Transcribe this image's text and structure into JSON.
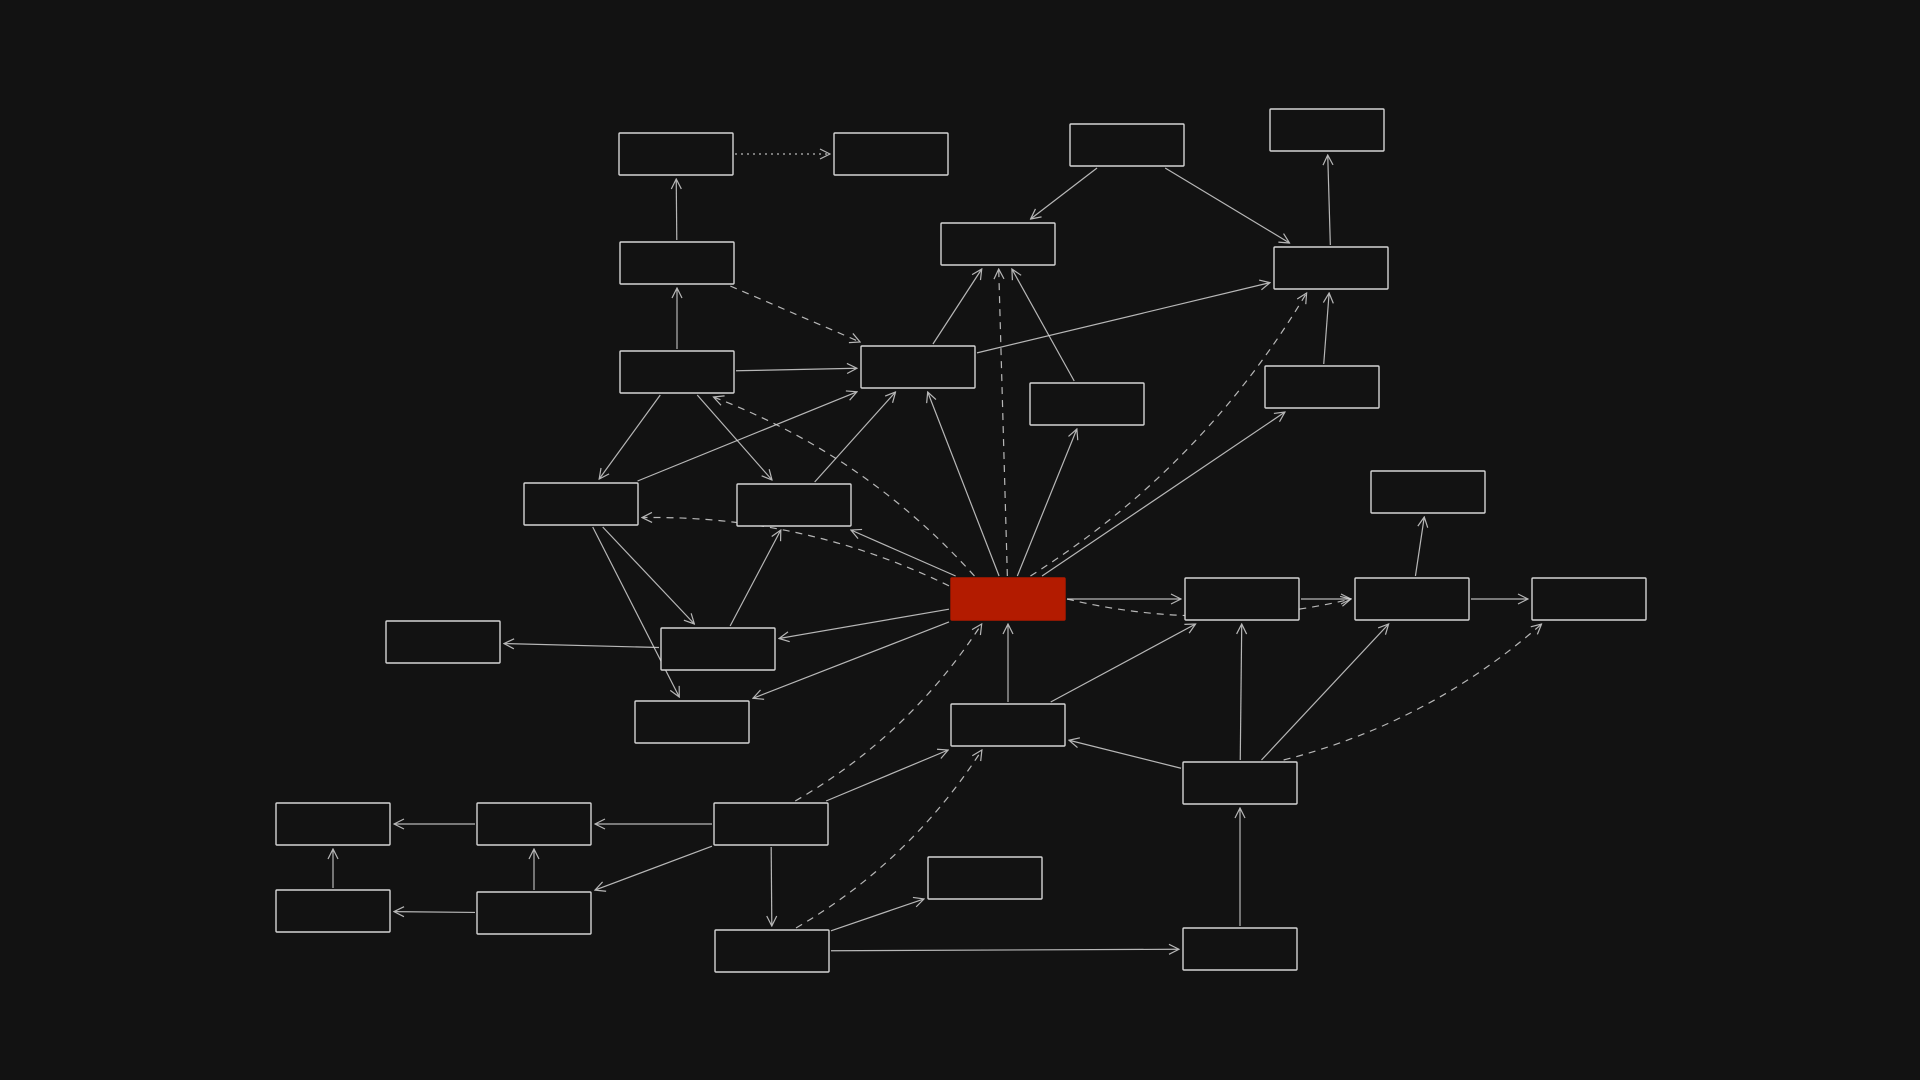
{
  "colors": {
    "background": "#121212",
    "stroke": "#d4d4d4",
    "highlight_fill": "#b31b00",
    "highlight_stroke": "#b31b00"
  },
  "nodes": [
    {
      "id": "n-hub",
      "highlight": true
    },
    {
      "id": "n-top-left-a"
    },
    {
      "id": "n-top-left-b"
    },
    {
      "id": "n-top-center"
    },
    {
      "id": "n-top-right"
    },
    {
      "id": "n-left-upper"
    },
    {
      "id": "n-upper-center"
    },
    {
      "id": "n-right-upper"
    },
    {
      "id": "n-left-mid"
    },
    {
      "id": "n-center-mid"
    },
    {
      "id": "n-center-right-mid"
    },
    {
      "id": "n-right-mid"
    },
    {
      "id": "n-left-lower-a"
    },
    {
      "id": "n-left-lower-b"
    },
    {
      "id": "n-center-lower"
    },
    {
      "id": "n-right-box-a"
    },
    {
      "id": "n-right-box-b"
    },
    {
      "id": "n-right-box-c"
    },
    {
      "id": "n-right-box-d"
    },
    {
      "id": "n-far-left"
    },
    {
      "id": "n-center-left-lower"
    },
    {
      "id": "n-bottom-center"
    },
    {
      "id": "n-right-lower"
    },
    {
      "id": "n-bl-a"
    },
    {
      "id": "n-bl-b"
    },
    {
      "id": "n-bl-c"
    },
    {
      "id": "n-bl-d"
    },
    {
      "id": "n-bottom-center-left"
    },
    {
      "id": "n-bottom-small"
    },
    {
      "id": "n-bottom-right"
    }
  ],
  "edges": [
    {
      "from": "n-top-left-b",
      "to": "n-top-left-a",
      "style": "solid"
    },
    {
      "from": "n-top-left-a",
      "to": "n-top-center-a2",
      "style": "dotted"
    },
    {
      "from": "n-left-upper",
      "to": "n-top-left-b",
      "style": "solid"
    },
    {
      "from": "n-top-left-b",
      "to": "n-upper-center",
      "style": "dashed"
    },
    {
      "from": "n-left-upper",
      "to": "n-upper-center",
      "style": "solid"
    },
    {
      "from": "n-upper-center",
      "to": "n-top-center",
      "style": "solid"
    },
    {
      "from": "n-top-right-small",
      "to": "n-top-center",
      "style": "solid"
    },
    {
      "from": "n-top-right-small",
      "to": "n-right-upper",
      "style": "solid"
    },
    {
      "from": "n-upper-center",
      "to": "n-right-upper",
      "style": "solid"
    },
    {
      "from": "n-right-upper",
      "to": "n-top-right",
      "style": "solid"
    },
    {
      "from": "n-right-mid",
      "to": "n-right-upper",
      "style": "solid"
    },
    {
      "from": "n-center-right-mid",
      "to": "n-top-center",
      "style": "solid"
    },
    {
      "from": "n-left-upper",
      "to": "n-left-mid",
      "style": "solid"
    },
    {
      "from": "n-left-upper",
      "to": "n-center-mid",
      "style": "solid"
    },
    {
      "from": "n-left-mid",
      "to": "n-upper-center",
      "style": "solid"
    },
    {
      "from": "n-center-mid",
      "to": "n-upper-center",
      "style": "solid"
    },
    {
      "from": "n-left-mid",
      "to": "n-left-lower-a",
      "style": "solid"
    },
    {
      "from": "n-left-mid",
      "to": "n-left-lower-b",
      "style": "solid"
    },
    {
      "from": "n-left-lower-a",
      "to": "n-center-mid",
      "style": "solid"
    },
    {
      "from": "n-left-lower-a",
      "to": "n-far-left",
      "style": "solid"
    },
    {
      "from": "n-hub",
      "to": "n-left-mid",
      "style": "dashed"
    },
    {
      "from": "n-hub",
      "to": "n-left-upper",
      "style": "dashed"
    },
    {
      "from": "n-hub",
      "to": "n-center-mid",
      "style": "solid"
    },
    {
      "from": "n-hub",
      "to": "n-left-lower-a",
      "style": "solid"
    },
    {
      "from": "n-hub",
      "to": "n-left-lower-b",
      "style": "solid"
    },
    {
      "from": "n-hub",
      "to": "n-upper-center",
      "style": "solid"
    },
    {
      "from": "n-hub",
      "to": "n-top-center",
      "style": "dashed"
    },
    {
      "from": "n-hub",
      "to": "n-center-right-mid",
      "style": "solid"
    },
    {
      "from": "n-hub",
      "to": "n-right-upper",
      "style": "dashed"
    },
    {
      "from": "n-hub",
      "to": "n-right-mid",
      "style": "solid"
    },
    {
      "from": "n-hub",
      "to": "n-right-box-a",
      "style": "solid"
    },
    {
      "from": "n-hub",
      "to": "n-right-box-b",
      "style": "dashed"
    },
    {
      "from": "n-right-box-a",
      "to": "n-right-box-b",
      "style": "solid"
    },
    {
      "from": "n-right-box-b",
      "to": "n-right-box-c",
      "style": "solid"
    },
    {
      "from": "n-right-box-b",
      "to": "n-right-box-d",
      "style": "solid"
    },
    {
      "from": "n-center-lower",
      "to": "n-hub",
      "style": "solid"
    },
    {
      "from": "n-center-lower",
      "to": "n-right-box-a",
      "style": "solid"
    },
    {
      "from": "n-right-lower",
      "to": "n-center-lower",
      "style": "solid"
    },
    {
      "from": "n-right-lower",
      "to": "n-right-box-a",
      "style": "solid"
    },
    {
      "from": "n-right-lower",
      "to": "n-right-box-b",
      "style": "solid"
    },
    {
      "from": "n-right-lower",
      "to": "n-right-box-c",
      "style": "dashed"
    },
    {
      "from": "n-bottom-right",
      "to": "n-right-lower",
      "style": "solid"
    },
    {
      "from": "n-bottom-center-left",
      "to": "n-center-lower",
      "style": "solid"
    },
    {
      "from": "n-bottom-center-left",
      "to": "n-hub",
      "style": "dashed"
    },
    {
      "from": "n-bottom-center-left",
      "to": "n-bl-b",
      "style": "solid"
    },
    {
      "from": "n-bottom-center-left",
      "to": "n-bl-d",
      "style": "solid"
    },
    {
      "from": "n-bottom-center-left",
      "to": "n-bottom-center",
      "style": "solid"
    },
    {
      "from": "n-bl-b",
      "to": "n-bl-a",
      "style": "solid"
    },
    {
      "from": "n-bl-c",
      "to": "n-bl-a",
      "style": "solid"
    },
    {
      "from": "n-bl-d",
      "to": "n-bl-b",
      "style": "solid"
    },
    {
      "from": "n-bl-d",
      "to": "n-bl-c",
      "style": "solid"
    },
    {
      "from": "n-bottom-center",
      "to": "n-bottom-small",
      "style": "solid"
    },
    {
      "from": "n-bottom-center",
      "to": "n-bottom-right",
      "style": "solid"
    },
    {
      "from": "n-bottom-center",
      "to": "n-center-lower",
      "style": "dashed"
    }
  ]
}
